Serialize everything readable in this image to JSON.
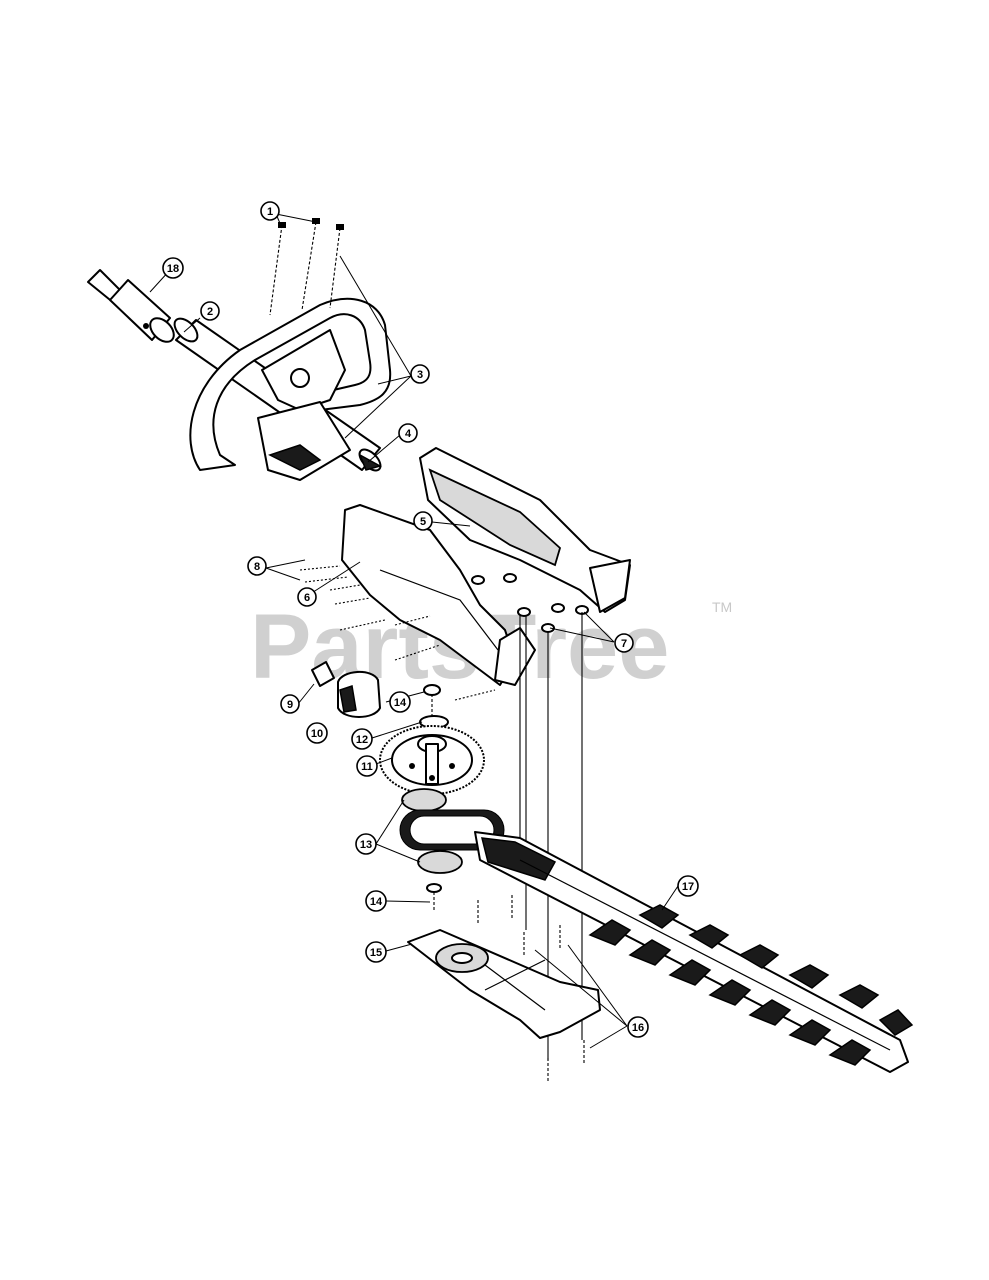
{
  "watermark": {
    "text": "PartsTree",
    "tm": "TM"
  },
  "callouts": [
    {
      "id": "c1",
      "label": "1"
    },
    {
      "id": "c2",
      "label": "2"
    },
    {
      "id": "c3",
      "label": "3"
    },
    {
      "id": "c4",
      "label": "4"
    },
    {
      "id": "c5",
      "label": "5"
    },
    {
      "id": "c6",
      "label": "6"
    },
    {
      "id": "c7",
      "label": "7"
    },
    {
      "id": "c8",
      "label": "8"
    },
    {
      "id": "c9",
      "label": "9"
    },
    {
      "id": "c10",
      "label": "10"
    },
    {
      "id": "c11",
      "label": "11"
    },
    {
      "id": "c12",
      "label": "12"
    },
    {
      "id": "c13",
      "label": "13"
    },
    {
      "id": "c14a",
      "label": "14"
    },
    {
      "id": "c14b",
      "label": "14"
    },
    {
      "id": "c15",
      "label": "15"
    },
    {
      "id": "c16",
      "label": "16"
    },
    {
      "id": "c17",
      "label": "17"
    },
    {
      "id": "c18",
      "label": "18"
    }
  ]
}
